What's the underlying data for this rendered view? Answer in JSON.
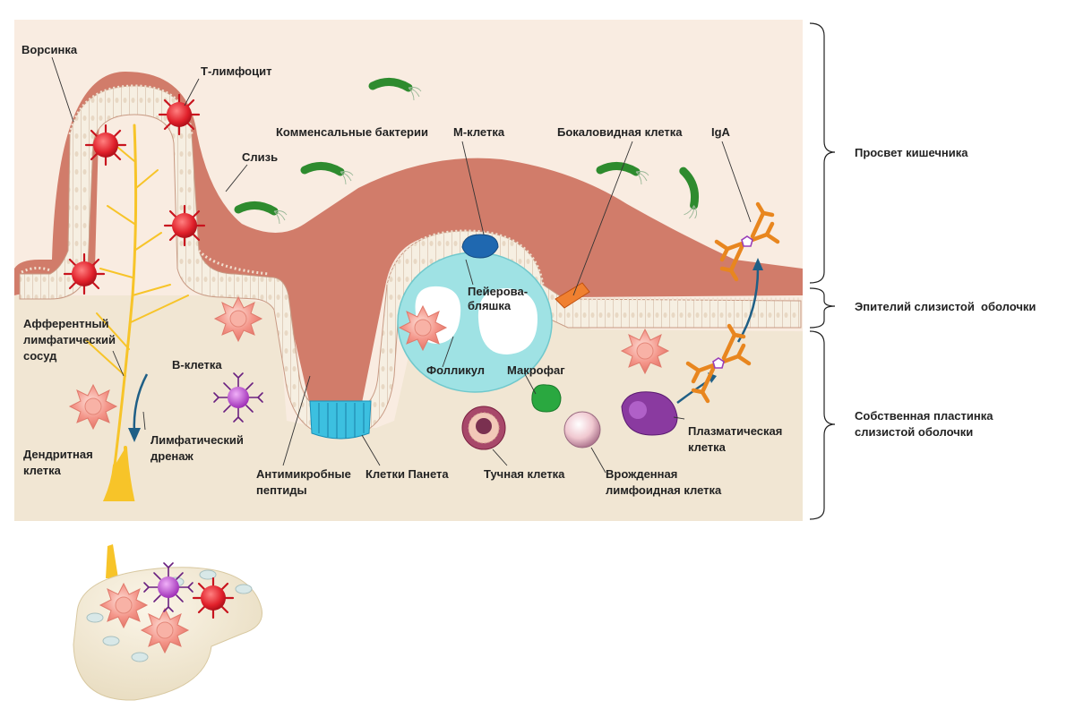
{
  "labels": {
    "villus": "Ворсинка",
    "t_lymphocyte": "Т-лимфоцит",
    "commensal_bacteria": "Комменсальные бактерии",
    "m_cell": "М-клетка",
    "goblet_cell": "Бокаловидная клетка",
    "iga": "IgA",
    "mucus": "Слизь",
    "peyer_patch_1": "Пейерова-",
    "peyer_patch_2": "бляшка",
    "afferent_1": "Афферентный",
    "afferent_2": "лимфатический",
    "afferent_3": "сосуд",
    "b_cell": "В-клетка",
    "follicle": "Фолликул",
    "macrophage": "Макрофаг",
    "dendritic_1": "Дендритная",
    "dendritic_2": "клетка",
    "lymph_drainage_1": "Лимфатический",
    "lymph_drainage_2": "дренаж",
    "antimicrobial_1": "Антимикробные",
    "antimicrobial_2": "пептиды",
    "paneth_cells": "Клетки Панета",
    "mast_cell": "Тучная клетка",
    "innate_1": "Врожденная",
    "innate_2": "лимфоидная клетка",
    "plasma_1": "Плазматическая",
    "plasma_2": "клетка"
  },
  "regions": {
    "lumen": "Просвет кишечника",
    "epithelium": "Эпителий слизистой  оболочки",
    "lamina_1": "Собственная пластинка",
    "lamina_2": "слизистой оболочки"
  },
  "colors": {
    "background_panel": "#f9ece1",
    "lamina": "#f1e6d3",
    "mucus": "#d17c6a",
    "epithelium": "#f5ede0",
    "t_cell": "#e0202a",
    "dendritic": "#f4968a",
    "follicle": "#9fe2e4",
    "lymph": "#f7c429",
    "bacteria": "#2e8b2e",
    "iga": "#e8861f",
    "b_cell": "#b040c0",
    "plasma": "#8a3aa0",
    "arrow": "#1f5f86",
    "paneth": "#3cc0e0"
  }
}
